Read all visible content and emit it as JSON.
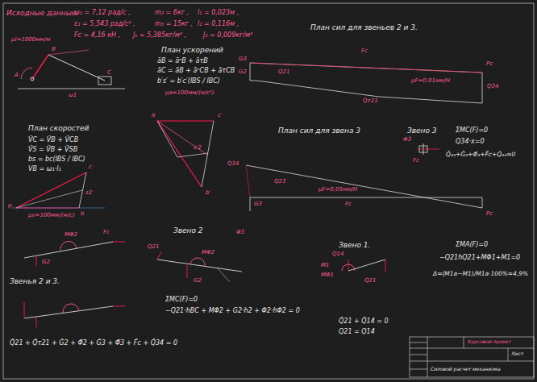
{
  "diagram": {
    "labels": [
      "Исходные данные:",
      "ω₁ = 7,12 рад/с ,",
      "m₂ = 6кг ,",
      "l₁ = 0,023м ,",
      "ε₁ = 5,543 рад/с² ,",
      "m₃ = 15кг ,",
      "l₂ = 0,116м ,",
      "Fc = 4,16 кН ,",
      "Jₛ = 5,385кг/м² ,",
      "J₂ = 0,009кг/м²",
      "μl=1000мм/м",
      "План сил для звеньев 2 и 3.",
      "μF=0,01мм/Н",
      "План ускорений",
      "āB = āⁿB + āτB",
      "āC = āB + āⁿCB + āτCB",
      "b′s′ = b′c′(lBS / lBC)",
      "μa=100мм/(м/с²)",
      "План скоростей",
      "V̄C = V̄B + V̄CB",
      "V̄S = V̄B + V̄SB",
      "bs = bc(lBS / lBC)",
      "VB = ω₁·l₁",
      "μv=100мм/(м/с)",
      "План сил для звена 3",
      "μF=0,05мм/Н",
      "Звено 3",
      "ΣMC(F)=0",
      "Q34·x=0",
      "Q̄₂₃+Ḡ₃+Φ̄₃+F̄c+Q̄₃₄=0",
      "Звено 2",
      "ΣMC(F)=0",
      "−Q21·hBC + MΦ2 + G2·h2 + Φ2·hΦ2 = 0",
      "Звенья 2 и 3.",
      "Q̄21 + Q̄τ21 + Ḡ2 + Φ̄2 + Ḡ3 + Φ̄3 + F̄c + Q̄34 = 0",
      "Звено 1.",
      "ΣMA(F)=0",
      "−Q21hQ21+MΦ1+M1=0",
      "Δ=(M1a−M1)/M1a·100%=4,9%",
      "Q̄21 + Q̄14 = 0",
      "Q21 = Q14",
      "A",
      "B",
      "C",
      "ω1",
      "π",
      "b′",
      "c′",
      "s′2",
      "p",
      "c",
      "b",
      "s2",
      "G3",
      "G2",
      "Fc",
      "Pc",
      "Q21",
      "Q34",
      "Qτ21",
      "Q34",
      "Q23",
      "G3",
      "Φ3",
      "Fc",
      "Pc",
      "MΦ2",
      "G2",
      "Q21",
      "MΦ2",
      "Fc",
      "G2",
      "M1",
      "MΦ1",
      "Q14",
      "Q21",
      "Φ3",
      "Fc",
      "Курсовой проект",
      "Силовой расчет механизма",
      "Лист"
    ]
  }
}
